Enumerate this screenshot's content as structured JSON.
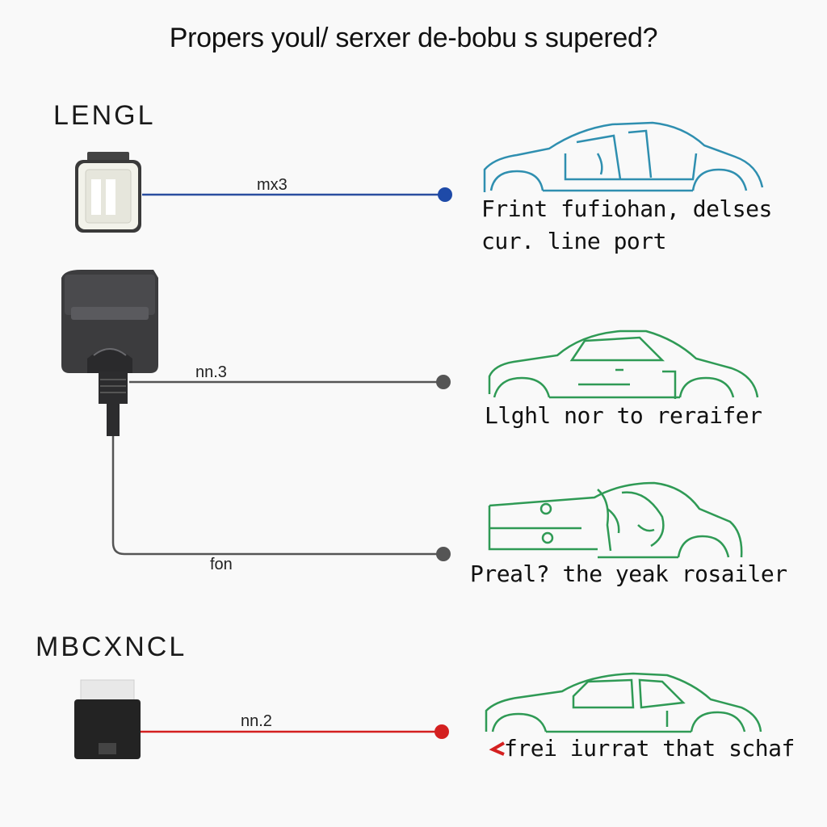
{
  "title": "Propers youl/ serxer de-bobu s supered?",
  "sections": {
    "top": "LENGL",
    "bottom": "MBCXNCL"
  },
  "wires": {
    "wire1": "mx3",
    "wire2": "nn.3",
    "wire3": "fon",
    "wire4": "nn.2"
  },
  "captions": {
    "car1_line1": "Frint  fufiohan, delses",
    "car1_line2": "cur. line port",
    "car2": "Llghl nor to reraifer",
    "car3": "Preal? the yeak rosailer",
    "car4": "frei iurrat that schaf"
  },
  "colors": {
    "blue_wire": "#2a4ea0",
    "gray_wire": "#555555",
    "red_wire": "#d42020",
    "car_blue": "#2f8fb0",
    "car_green": "#2f9a55"
  }
}
